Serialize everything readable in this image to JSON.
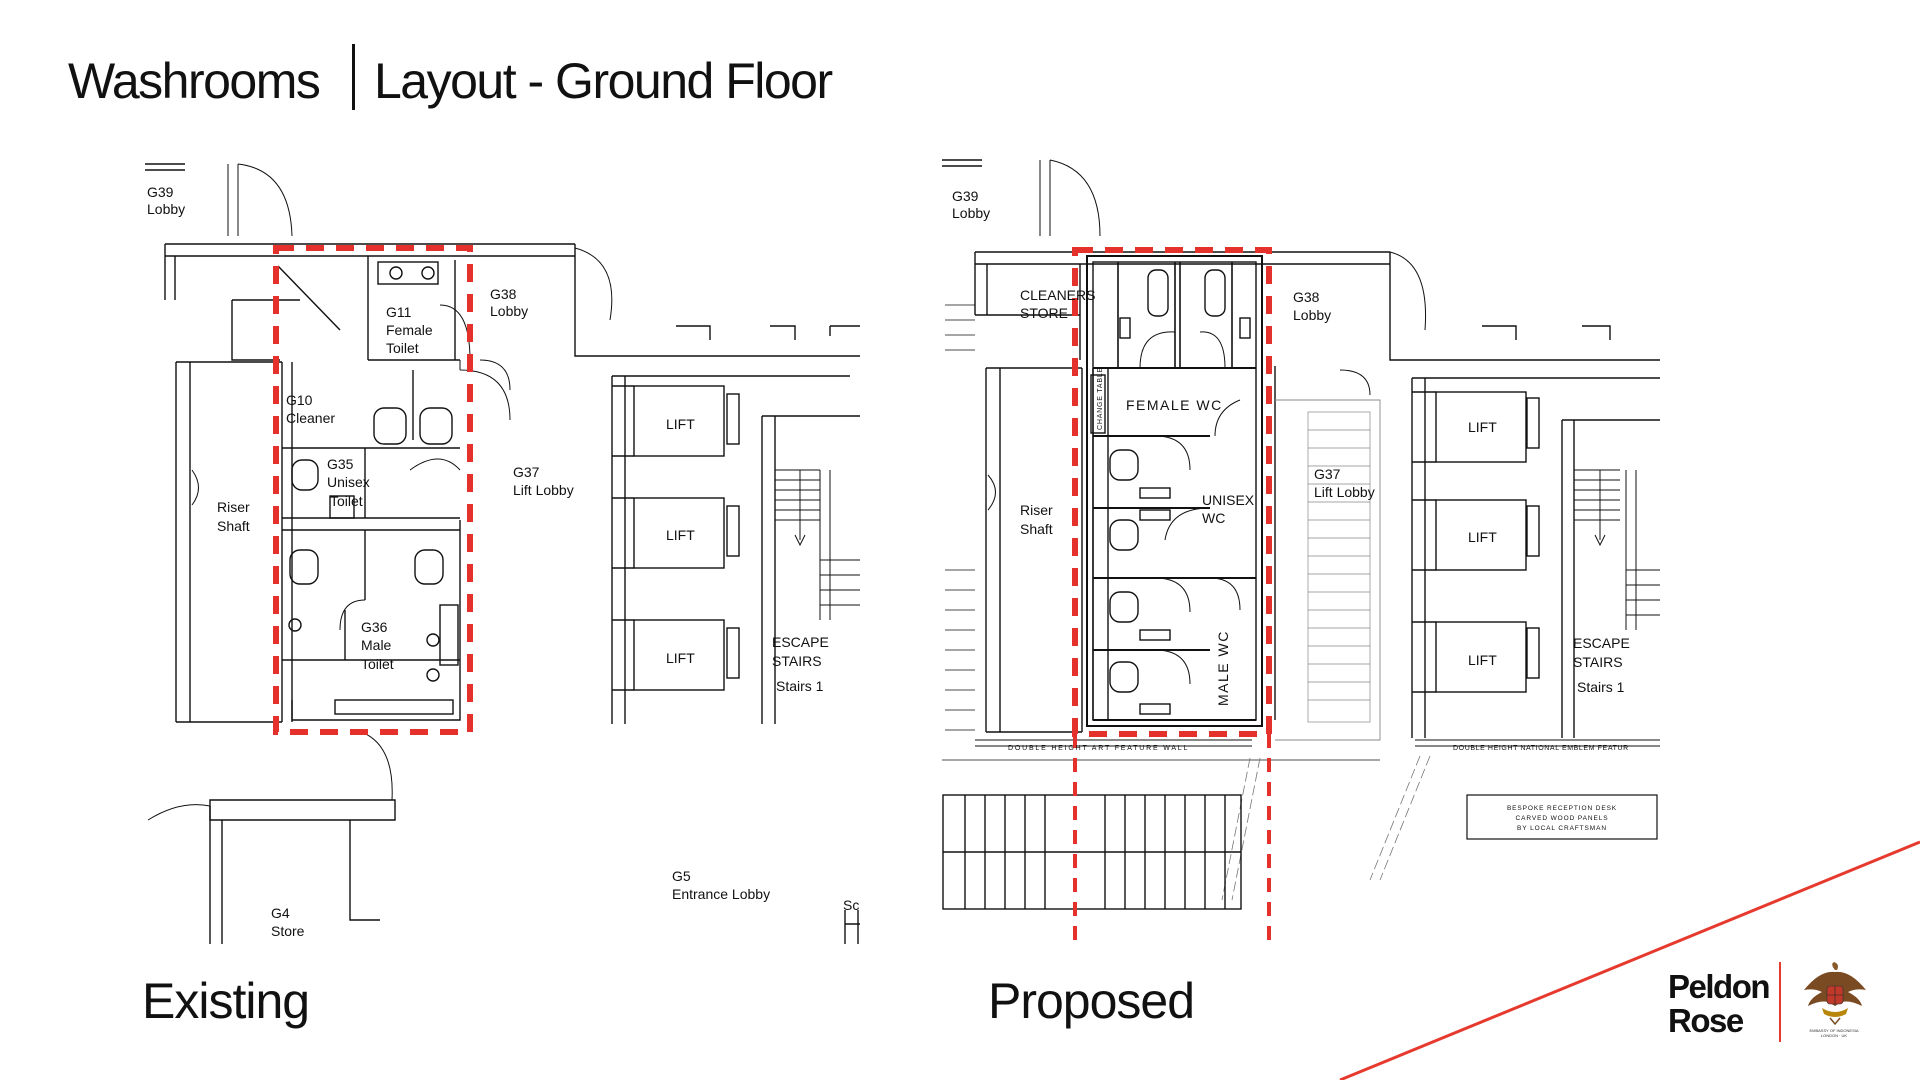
{
  "header": {
    "title": "Washrooms",
    "subtitle": "Layout - Ground Floor"
  },
  "captions": {
    "existing": "Existing",
    "proposed": "Proposed"
  },
  "brand": {
    "line1": "Peldon",
    "line2": "Rose",
    "emblem_caption_1": "EMBASSY OF INDONESIA",
    "emblem_caption_2": "LONDON · UK"
  },
  "colors": {
    "accent_red": "#e63a2e",
    "boundary_red": "#e4312b",
    "line": "#111111"
  },
  "existing": {
    "g39_lobby": [
      "G39",
      "Lobby"
    ],
    "g38_lobby": [
      "G38",
      "Lobby"
    ],
    "g11_female_toilet": [
      "G11",
      "Female",
      "Toilet"
    ],
    "g10_cleaner": [
      "G10",
      "Cleaner"
    ],
    "g35_unisex_toilet": [
      "G35",
      "Unisex",
      "Toilet"
    ],
    "g36_male_toilet": [
      "G36",
      "Male",
      "Toilet"
    ],
    "riser_shaft": [
      "Riser",
      "Shaft"
    ],
    "g37_lift_lobby": [
      "G37",
      "Lift Lobby"
    ],
    "lifts": [
      "LIFT",
      "LIFT",
      "LIFT"
    ],
    "escape_stairs": [
      "ESCAPE",
      "STAIRS",
      "Stairs 1"
    ],
    "g5_entrance_lobby": [
      "G5",
      "Entrance Lobby"
    ],
    "g4_store": [
      "G4",
      "Store"
    ],
    "sc_fragment": "Sc"
  },
  "proposed": {
    "g39_lobby": [
      "G39",
      "Lobby"
    ],
    "g38_lobby": [
      "G38",
      "Lobby"
    ],
    "cleaners_store": [
      "CLEANERS",
      "STORE"
    ],
    "change_table": "CHANGE TABLE",
    "female_wc": "FEMALE WC",
    "unisex_wc": [
      "UNISEX",
      "WC"
    ],
    "male_wc": "MALE WC",
    "riser_shaft": [
      "Riser",
      "Shaft"
    ],
    "g37_lift_lobby": [
      "G37",
      "Lift Lobby"
    ],
    "lifts": [
      "LIFT",
      "LIFT",
      "LIFT"
    ],
    "escape_stairs": [
      "ESCAPE",
      "STAIRS",
      "Stairs 1"
    ],
    "art_wall": "DOUBLE HEIGHT ART FEATURE WALL",
    "emblem_feature": "DOUBLE HEIGHT NATIONAL EMBLEM FEATUR",
    "reception_desk": [
      "BESPOKE RECEPTION DESK",
      "CARVED WOOD PANELS",
      "BY LOCAL CRAFTSMAN"
    ]
  }
}
